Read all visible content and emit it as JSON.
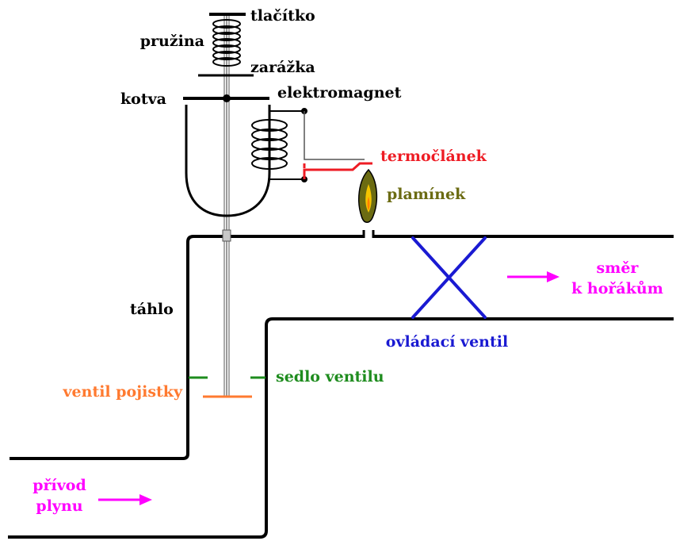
{
  "labels": {
    "button": "tlačítko",
    "spring": "pružina",
    "stop": "zarážka",
    "armature": "kotva",
    "electromagnet": "elektromagnet",
    "thermocouple": "termočlánek",
    "pilot_flame": "plamínek",
    "direction_line1": "směr",
    "direction_line2": "k hořákům",
    "control_valve": "ovládací ventil",
    "rod": "táhlo",
    "valve_seat": "sedlo ventilu",
    "safety_valve": "ventil pojistky",
    "gas_inlet_line1": "přívod",
    "gas_inlet_line2": "plynu"
  },
  "colors": {
    "line": "#000000",
    "thermocouple": "#ee1c24",
    "pilot_flame": "#6b6b12",
    "direction": "#ff00ff",
    "control_valve": "#1a1ad2",
    "valve_seat": "#1e8c1e",
    "safety_valve": "#ff7a30",
    "rod": "#9a9a9a",
    "thermo_wire": "#555555"
  },
  "icons": [
    "coil-spring-icon",
    "electromagnet-coil-icon",
    "flame-icon",
    "arrow-right-icon",
    "cross-valve-icon"
  ]
}
